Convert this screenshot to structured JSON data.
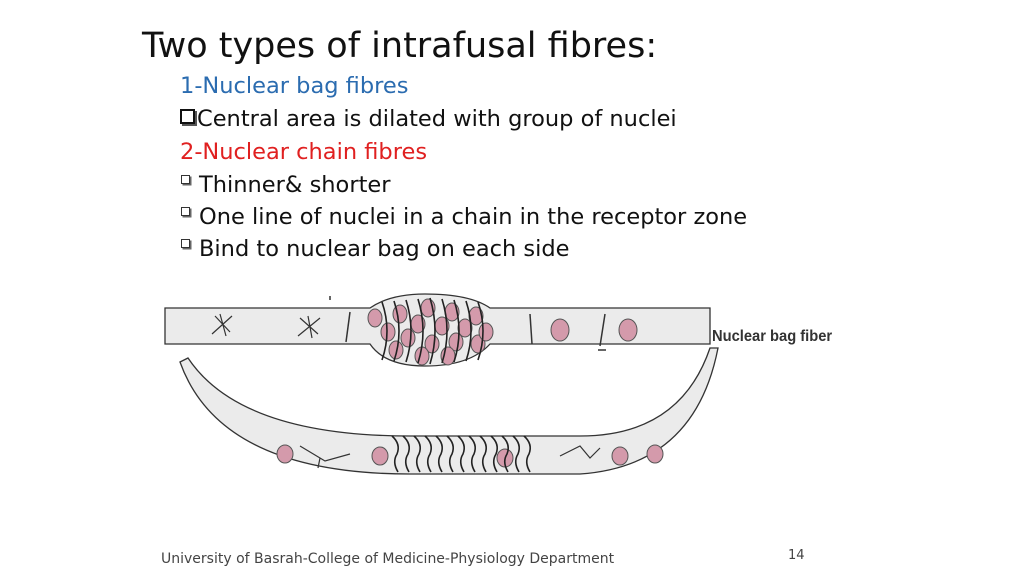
{
  "slide": {
    "title": "Two types of intrafusal fibres:",
    "lines": [
      {
        "text": "1-Nuclear bag fibres",
        "color": "#2b6cb0",
        "bullet": "none"
      },
      {
        "text": "Central area is dilated with group of nuclei",
        "bullet": "large"
      },
      {
        "text": "2-Nuclear chain fibres",
        "color": "#e02020",
        "bullet": "none"
      },
      {
        "text": "Thinner& shorter",
        "bullet": "small"
      },
      {
        "text": "One line of nuclei in a chain in the receptor zone",
        "bullet": "small"
      },
      {
        "text": "Bind to nuclear bag on each side",
        "bullet": "small"
      }
    ],
    "figure_label": "Nuclear bag fiber",
    "footer": "University of Basrah-College of Medicine-Physiology Department",
    "page_number": "14"
  },
  "colors": {
    "nucleus": "#d49aab",
    "fiber": "#e9e9e9",
    "outline": "#333333"
  }
}
